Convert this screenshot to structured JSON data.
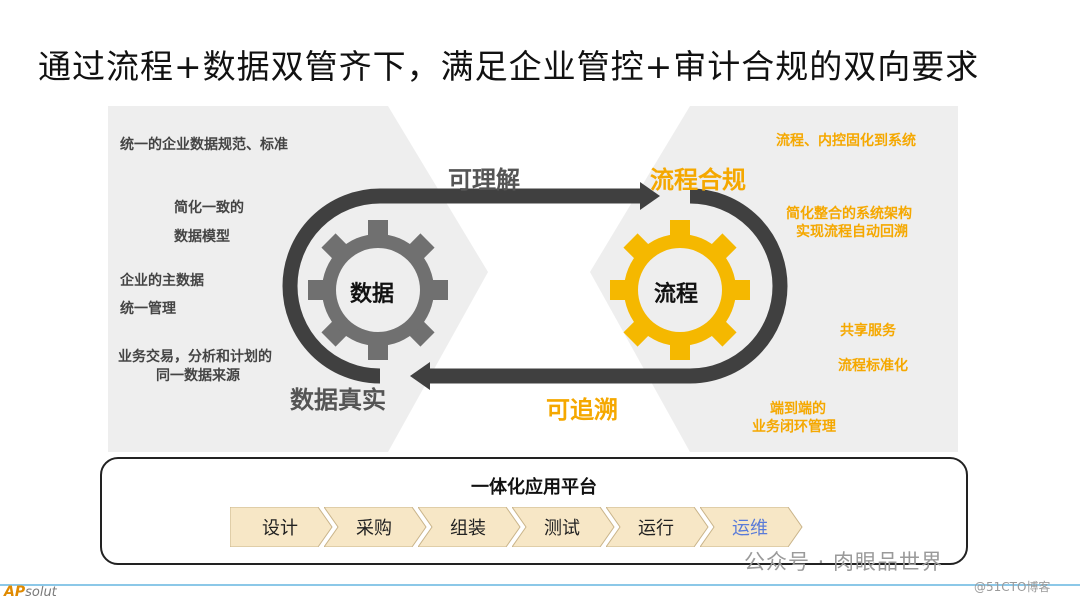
{
  "title": "通过流程+数据双管齐下，满足企业管控+审计合规的双向要求",
  "left_gear": "数据",
  "right_gear": "流程",
  "top_arrow_label": "可理解",
  "bottom_arrow_label": "可追溯",
  "left_corner_label": "数据真实",
  "right_corner_label": "流程合规",
  "left_items": [
    "统一的企业数据规范、标准",
    "简化一致的",
    "数据模型",
    "企业的主数据",
    "统一管理",
    "业务交易，分析和计划的",
    "同一数据来源"
  ],
  "right_items": [
    "流程、内控固化到系统",
    "简化整合的系统架构",
    "实现流程自动回溯",
    "共享服务",
    "流程标准化",
    "端到端的",
    "业务闭环管理"
  ],
  "platform": {
    "title": "一体化应用平台",
    "steps": [
      "设计",
      "采购",
      "组装",
      "测试",
      "运行",
      "运维"
    ]
  },
  "colors": {
    "accent": "#f5a800",
    "gear_left": "#707070",
    "loop": "#404040",
    "step_fill": "#f7e7c6",
    "step_last_text": "#5a7bd8"
  },
  "footer": {
    "logo_a": "AP",
    "logo_b": "solut",
    "watermark": "公众号 · 肉眼品世界",
    "credit": "@51CTO博客"
  }
}
